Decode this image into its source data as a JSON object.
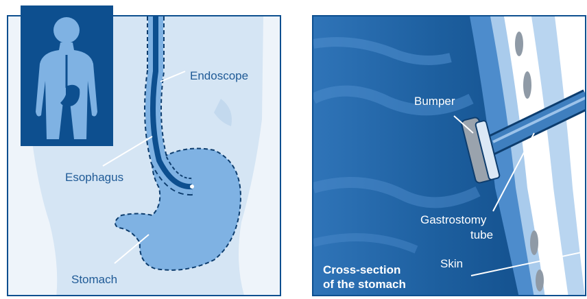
{
  "left_panel": {
    "labels": {
      "endoscope": "Endoscope",
      "esophagus": "Esophagus",
      "stomach": "Stomach"
    }
  },
  "right_panel": {
    "labels": {
      "bumper": "Bumper",
      "gastrostomy_line1": "Gastrostomy",
      "gastrostomy_line2": "tube",
      "skin": "Skin",
      "caption_line1": "Cross-section",
      "caption_line2": "of the stomach"
    }
  },
  "colors": {
    "dark_blue": "#0d4f8f",
    "mid_blue": "#7fb2e3",
    "light_blue": "#cfe0f1",
    "label_blue": "#1f5a96"
  }
}
